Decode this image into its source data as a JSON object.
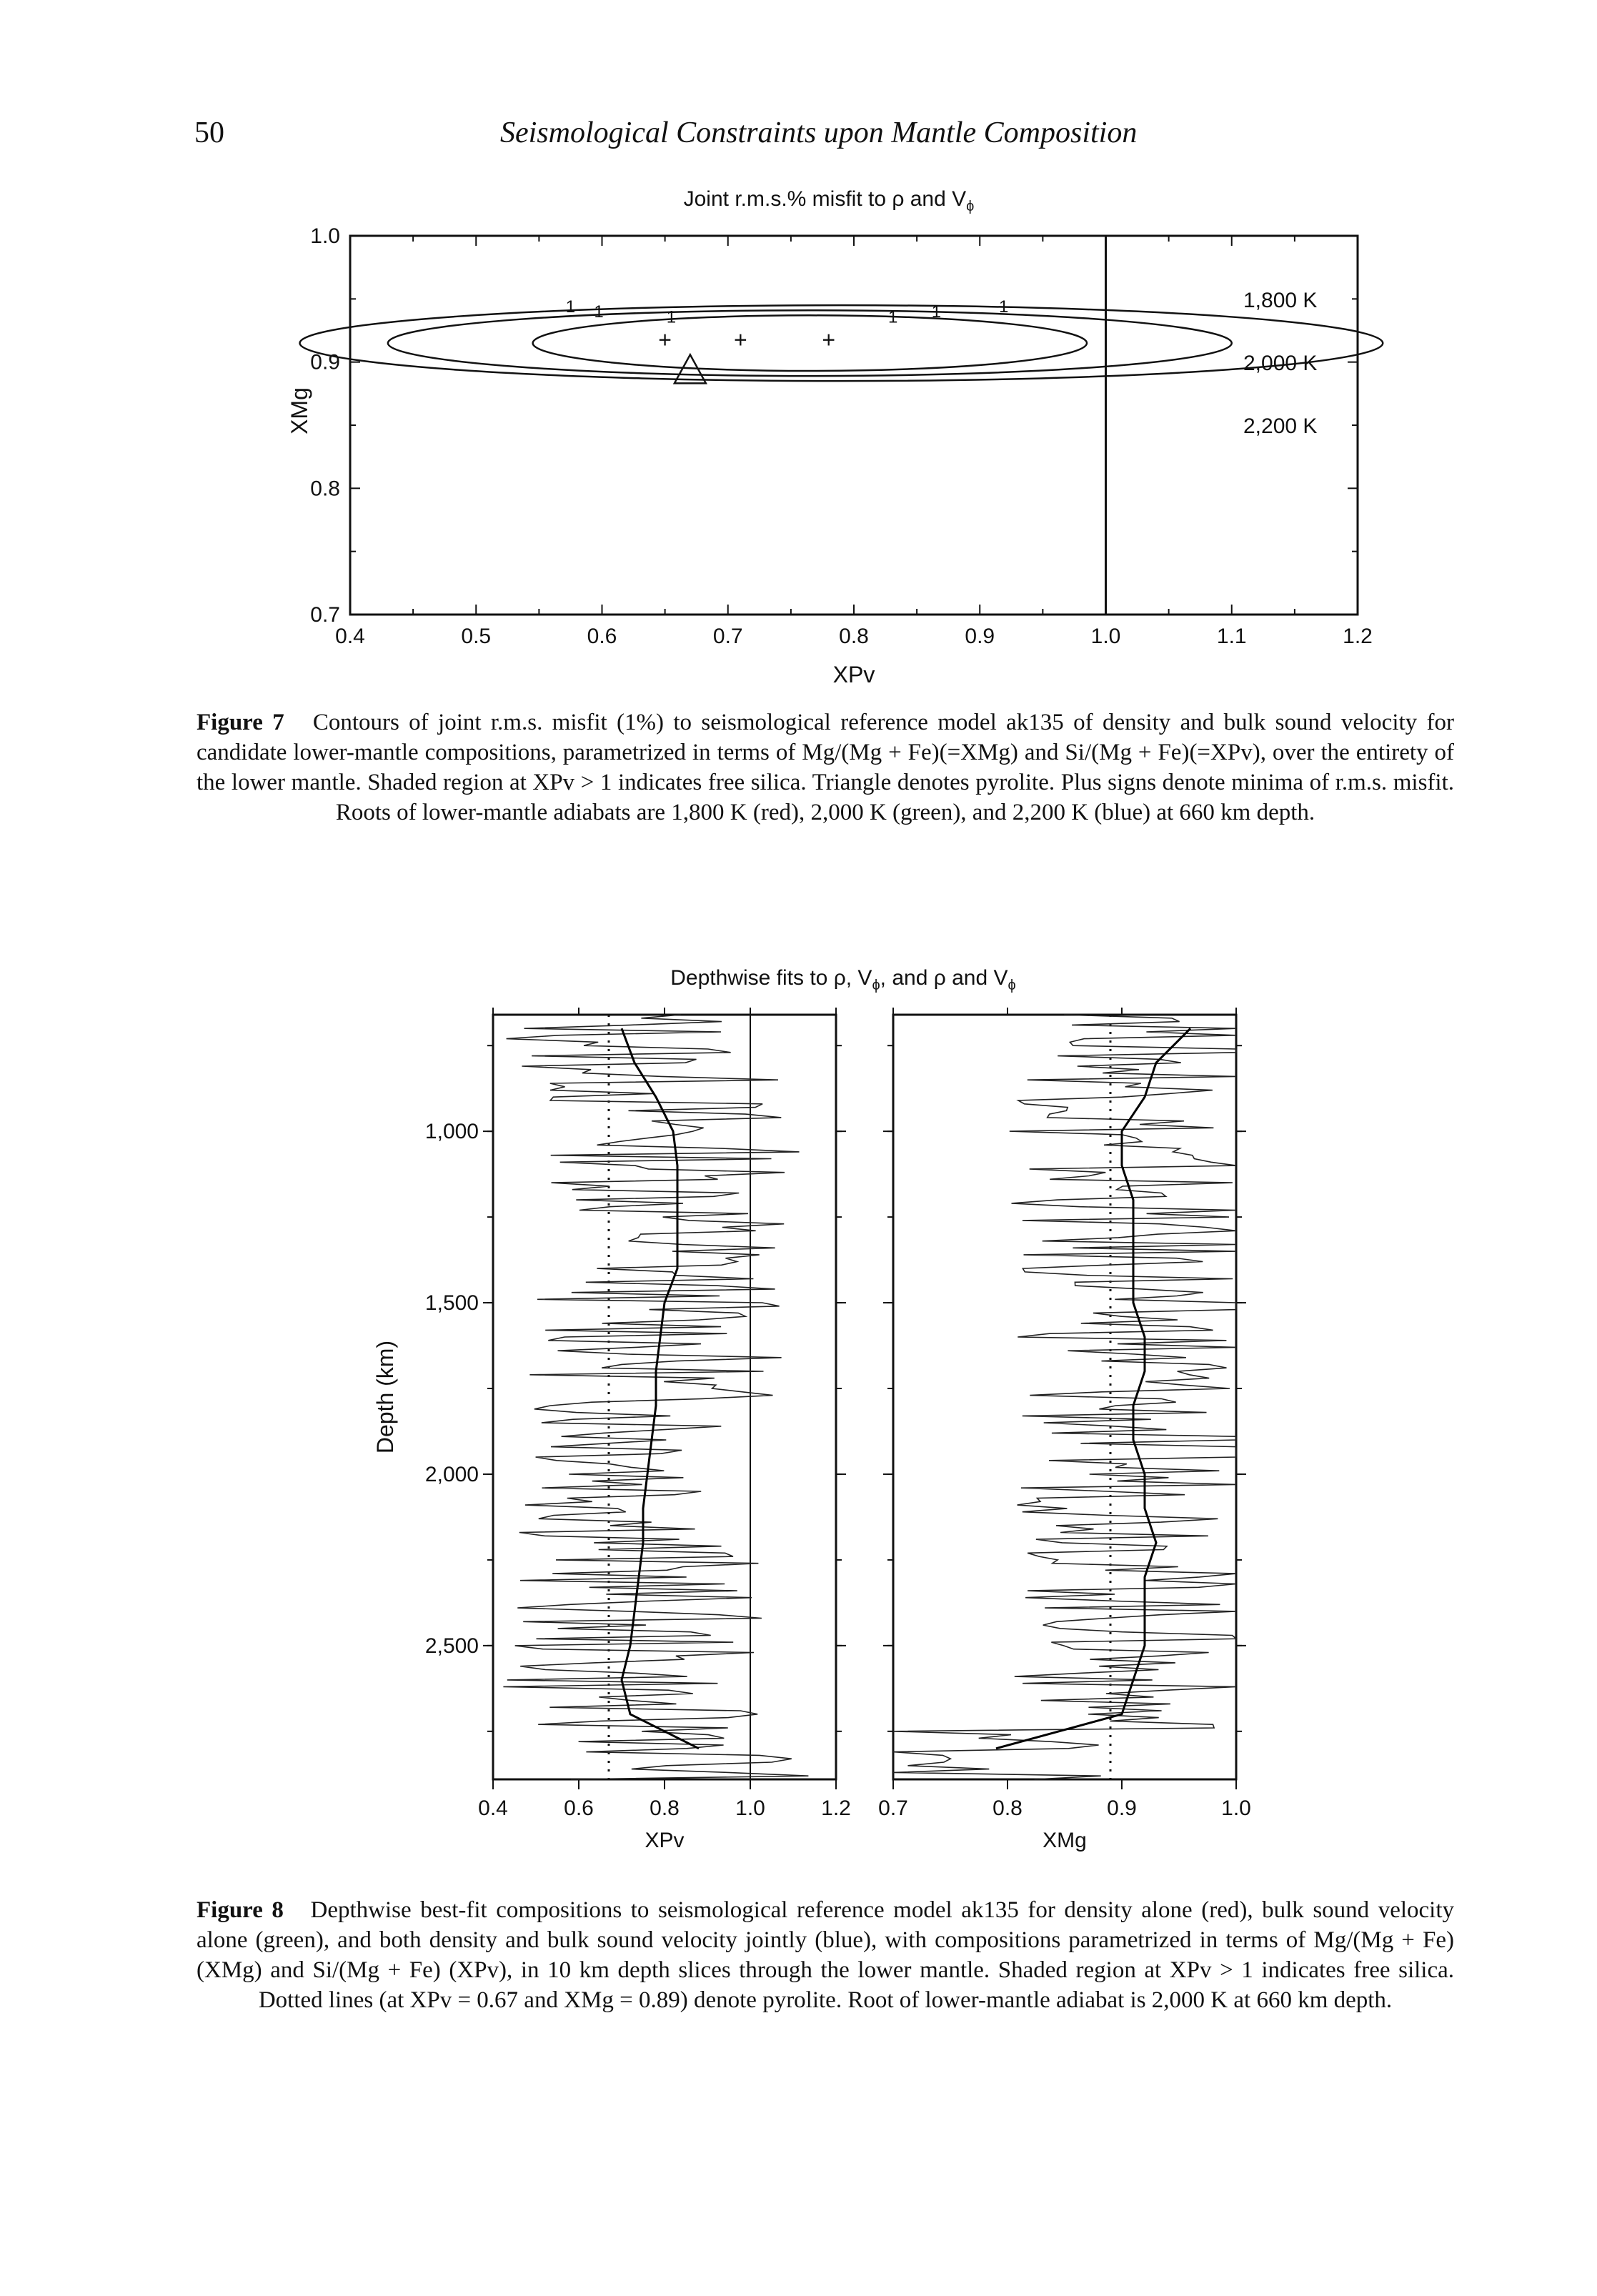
{
  "header": {
    "page_number": "50",
    "running_title": "Seismological Constraints upon Mantle Composition"
  },
  "figure7": {
    "title": "Joint r.m.s.% misfit to ρ and V",
    "title_sub": "ϕ",
    "legend": [
      "1,800 K",
      "2,000 K",
      "2,200 K"
    ],
    "caption_label": "Figure 7",
    "caption_text": "Contours of joint r.m.s. misfit (1%) to seismological reference model ak135 of density and bulk sound velocity for candidate lower-mantle compositions, parametrized in terms of Mg/(Mg + Fe)(=XMg) and Si/(Mg + Fe)(=XPv), over the entirety of the lower mantle. Shaded region at XPv > 1 indicates free silica. Triangle denotes pyrolite. Plus signs denote minima of r.m.s. misfit. Roots of lower-mantle adiabats are 1,800 K (red), 2,000 K (green), and 2,200 K (blue) at 660 km depth.",
    "contour_label": "1"
  },
  "figure8": {
    "title": "Depthwise fits to ρ, V",
    "title_sub": "ϕ",
    "title_tail": ", and ρ and V",
    "caption_label": "Figure 8",
    "caption_text": "Depthwise best-fit compositions to seismological reference model ak135 for density alone (red), bulk sound velocity alone (green), and both density and bulk sound velocity jointly (blue), with compositions parametrized in terms of Mg/(Mg + Fe) (XMg) and Si/(Mg + Fe) (XPv), in 10 km depth slices through the lower mantle. Shaded region at XPv > 1 indicates free silica. Dotted lines (at XPv = 0.67 and XMg = 0.89) denote pyrolite. Root of lower-mantle adiabat is 2,000 K at 660 km depth."
  },
  "chart_data": [
    {
      "type": "contour",
      "title": "Joint r.m.s.% misfit to ρ and Vϕ",
      "xlabel": "XPv",
      "ylabel": "XMg",
      "xlim": [
        0.4,
        1.2
      ],
      "ylim": [
        0.7,
        1.0
      ],
      "xticks": [
        "0.4",
        "0.5",
        "0.6",
        "0.7",
        "0.8",
        "0.9",
        "1.0",
        "1.1",
        "1.2"
      ],
      "yticks": [
        "0.7",
        "0.8",
        "0.9",
        "1.0"
      ],
      "free_silica_boundary_x": 1.0,
      "contours": [
        {
          "name": "1,800 K",
          "level": 1,
          "center": [
            0.765,
            0.915
          ],
          "half_width": 0.22,
          "half_height": 0.022
        },
        {
          "name": "2,000 K",
          "level": 1,
          "center": [
            0.765,
            0.915
          ],
          "half_width": 0.335,
          "half_height": 0.026
        },
        {
          "name": "2,200 K",
          "level": 1,
          "center": [
            0.79,
            0.915
          ],
          "half_width": 0.43,
          "half_height": 0.03
        }
      ],
      "minima": [
        {
          "x": 0.65,
          "y": 0.917
        },
        {
          "x": 0.71,
          "y": 0.917
        },
        {
          "x": 0.78,
          "y": 0.917
        }
      ],
      "pyrolite": {
        "x": 0.67,
        "y": 0.89
      }
    },
    {
      "type": "line",
      "title": "Depthwise fits to ρ, Vϕ, and ρ and Vϕ",
      "ylabel": "Depth (km)",
      "ylim": [
        660,
        2890
      ],
      "yticks": [
        "1,000",
        "1,500",
        "2,000",
        "2,500"
      ],
      "panels": [
        {
          "xlabel": "XPv",
          "xlim": [
            0.4,
            1.2
          ],
          "xticks": [
            "0.4",
            "0.6",
            "0.8",
            "1.0",
            "1.2"
          ],
          "pyrolite_x": 0.67,
          "free_silica_boundary_x": 1.0,
          "joint_fit": {
            "depth": [
              700,
              800,
              900,
              1000,
              1100,
              1200,
              1300,
              1400,
              1500,
              1600,
              1700,
              1800,
              1900,
              2000,
              2100,
              2200,
              2300,
              2400,
              2500,
              2600,
              2700,
              2800
            ],
            "value": [
              0.7,
              0.73,
              0.78,
              0.82,
              0.83,
              0.83,
              0.83,
              0.83,
              0.8,
              0.79,
              0.78,
              0.78,
              0.77,
              0.76,
              0.75,
              0.75,
              0.74,
              0.73,
              0.72,
              0.7,
              0.72,
              0.88
            ]
          }
        },
        {
          "xlabel": "XMg",
          "xlim": [
            0.7,
            1.0
          ],
          "xticks": [
            "0.7",
            "0.8",
            "0.9",
            "1.0"
          ],
          "pyrolite_x": 0.89,
          "joint_fit": {
            "depth": [
              700,
              800,
              900,
              1000,
              1100,
              1200,
              1300,
              1400,
              1500,
              1600,
              1700,
              1800,
              1900,
              2000,
              2100,
              2200,
              2300,
              2400,
              2500,
              2600,
              2700,
              2800
            ],
            "value": [
              0.96,
              0.93,
              0.92,
              0.9,
              0.9,
              0.91,
              0.91,
              0.91,
              0.91,
              0.92,
              0.92,
              0.91,
              0.91,
              0.92,
              0.92,
              0.93,
              0.92,
              0.92,
              0.92,
              0.91,
              0.9,
              0.79
            ]
          }
        }
      ]
    }
  ]
}
